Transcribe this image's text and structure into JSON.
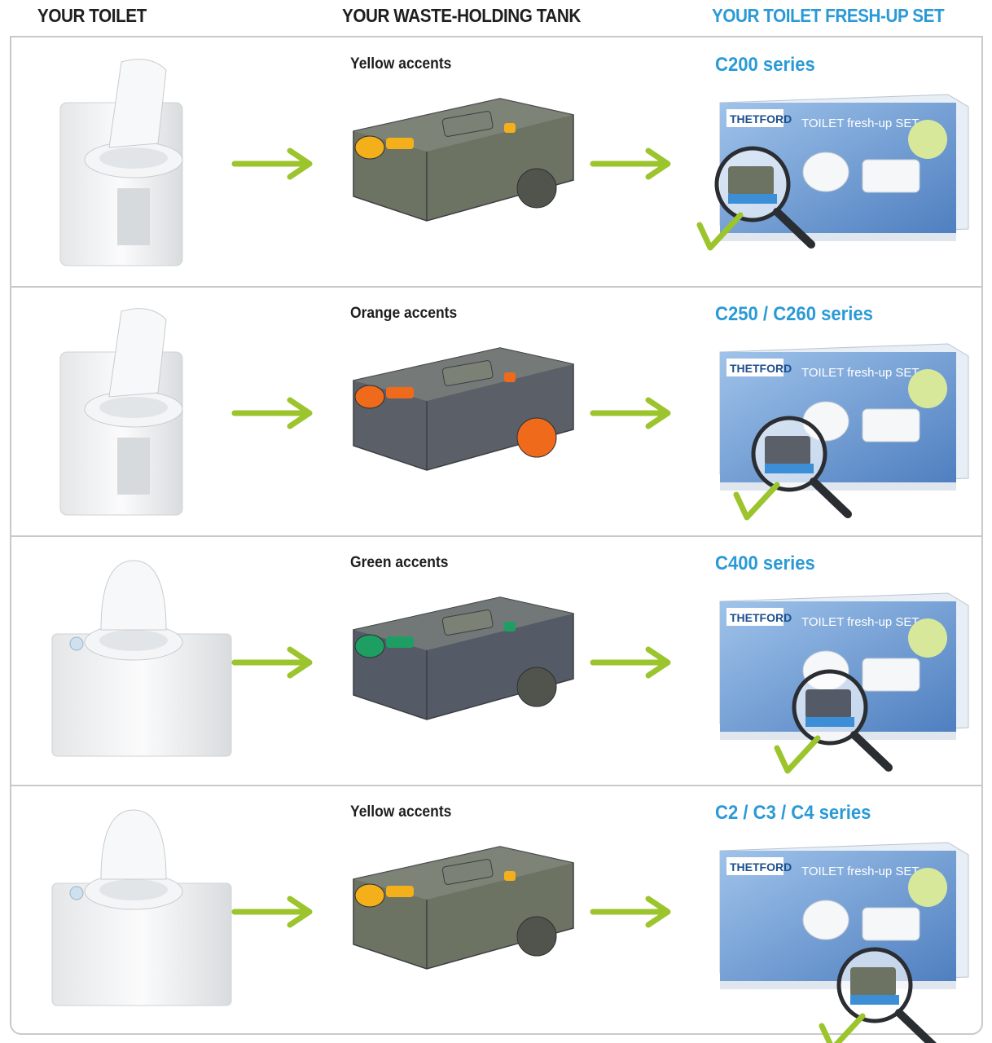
{
  "headers": {
    "toilet": "YOUR TOILET",
    "tank": "YOUR WASTE-HOLDING TANK",
    "freshup": "YOUR TOILET FRESH-UP SET"
  },
  "rows": [
    {
      "accent": "Yellow accents",
      "series": "C200 series",
      "accent_color": "#f3b01a",
      "tank_color": "#6d7362"
    },
    {
      "accent": "Orange accents",
      "series": "C250 / C260 series",
      "accent_color": "#f06a1c",
      "tank_color": "#5b6068"
    },
    {
      "accent": "Green accents",
      "series": "C400 series",
      "accent_color": "#1f9e64",
      "tank_color": "#555b66"
    },
    {
      "accent": "Yellow accents",
      "series": "C2 / C3 / C4 series",
      "accent_color": "#f3b01a",
      "tank_color": "#6d7362"
    }
  ],
  "box": {
    "brand": "THETFORD",
    "title": "TOILET fresh-up SET"
  },
  "colors": {
    "blue": "#2a9ad6",
    "arrow_green": "#9cc42c",
    "border": "#c9c9c9"
  }
}
